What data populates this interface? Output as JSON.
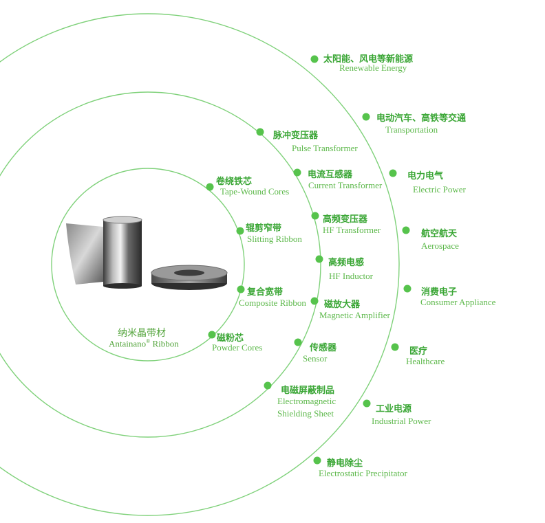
{
  "colors": {
    "ring": "#7fd17a",
    "dot": "#56c34c",
    "text_zh": "#3aa635",
    "text_en": "#5cb84a"
  },
  "center": {
    "label_zh": "纳米晶带材",
    "label_en_prefix": "Antainano",
    "label_en_reg": "®",
    "label_en_suffix": " Ribbon"
  },
  "rings": [
    {
      "items": [
        {
          "zh": "卷绕铁芯",
          "en": "Tape-Wound Cores"
        },
        {
          "zh": "辊剪窄带",
          "en": "Slitting Ribbon"
        },
        {
          "zh": "复合宽带",
          "en": "Composite Ribbon"
        },
        {
          "zh": "磁粉芯",
          "en": "Powder Cores"
        }
      ]
    },
    {
      "items": [
        {
          "zh": "脉冲变压器",
          "en": "Pulse Transformer"
        },
        {
          "zh": "电流互感器",
          "en": "Current Transformer"
        },
        {
          "zh": "高频变压器",
          "en": "HF Transformer"
        },
        {
          "zh": "高频电感",
          "en": "HF Inductor"
        },
        {
          "zh": "磁放大器",
          "en": "Magnetic Amplifier"
        },
        {
          "zh": "传感器",
          "en": "Sensor"
        },
        {
          "zh": "电磁屏蔽制品",
          "en": "Electromagnetic",
          "en2": "Shielding Sheet"
        }
      ]
    },
    {
      "items": [
        {
          "zh": "太阳能、风电等新能源",
          "en": "Renewable Energy"
        },
        {
          "zh": "电动汽车、高铁等交通",
          "en": "Transportation"
        },
        {
          "zh": "电力电气",
          "en": "Electric Power"
        },
        {
          "zh": "航空航天",
          "en": "Aerospace"
        },
        {
          "zh": "消费电子",
          "en": "Consumer Appliance"
        },
        {
          "zh": "医疗",
          "en": "Healthcare"
        },
        {
          "zh": "工业电源",
          "en": "Industrial Power"
        },
        {
          "zh": "静电除尘",
          "en": "Electrostatic Precipitator"
        }
      ]
    }
  ]
}
